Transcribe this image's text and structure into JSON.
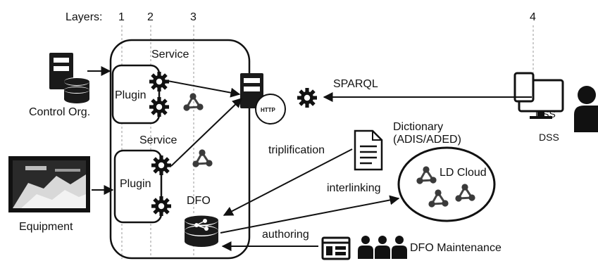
{
  "layers": {
    "title": "Layers:",
    "numbers": [
      "1",
      "2",
      "3",
      "4"
    ]
  },
  "nodes": {
    "control_org": "Control Org.",
    "equipment": "Equipment",
    "service_top": "Service",
    "service_bottom": "Service",
    "plugin_top": "Plugin",
    "plugin_bottom": "Plugin",
    "dfo": "DFO",
    "http_badge": "HTTP",
    "dictionary_line1": "Dictionary",
    "dictionary_line2": "(ADIS/ADED)",
    "ld_cloud": "LD Cloud",
    "dss_monitor": "DSS",
    "dss_label": "DSS",
    "dfo_maintenance": "DFO Maintenance"
  },
  "edges": {
    "sparql": "SPARQL",
    "triplification": "triplification",
    "interlinking": "interlinking",
    "authoring": "authoring"
  },
  "colors": {
    "ink": "#111111",
    "dashed_line": "#9a9a9a",
    "server_dark": "#1a1a1a",
    "molecule": "#3a3a3a"
  },
  "icons": [
    "server-icon",
    "database-icon",
    "gear-icon",
    "molecule-icon",
    "http-server-icon",
    "document-icon",
    "desktop-icon",
    "tablet-icon",
    "person-icon",
    "window-icon",
    "people-icon",
    "equipment-photo"
  ]
}
